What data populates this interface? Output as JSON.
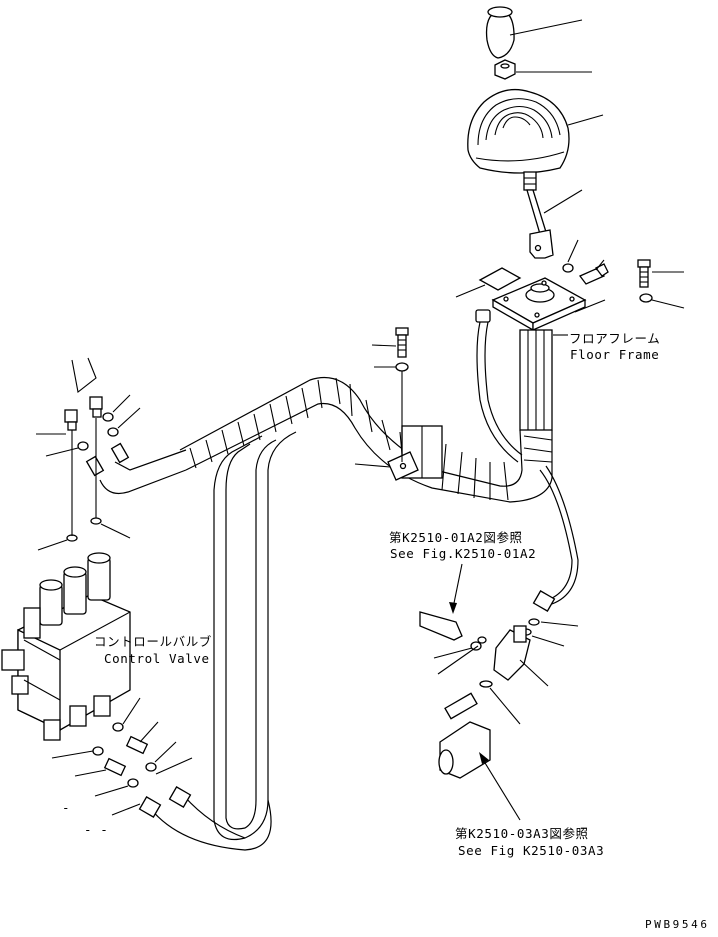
{
  "callouts": {
    "floor_frame_jp": "フロアフレーム",
    "floor_frame_en": "Floor Frame",
    "control_valve_jp": "コントロールバルブ",
    "control_valve_en": "Control Valve",
    "ref_upper_jp": "第K2510-01A2図参照",
    "ref_upper_en": "See Fig.K2510-01A2",
    "ref_lower_jp": "第K2510-03A3図参照",
    "ref_lower_en": "See Fig K2510-03A3",
    "small_mark_1": "-",
    "small_mark_2": "- -"
  },
  "drawing_code": "PWB9546"
}
